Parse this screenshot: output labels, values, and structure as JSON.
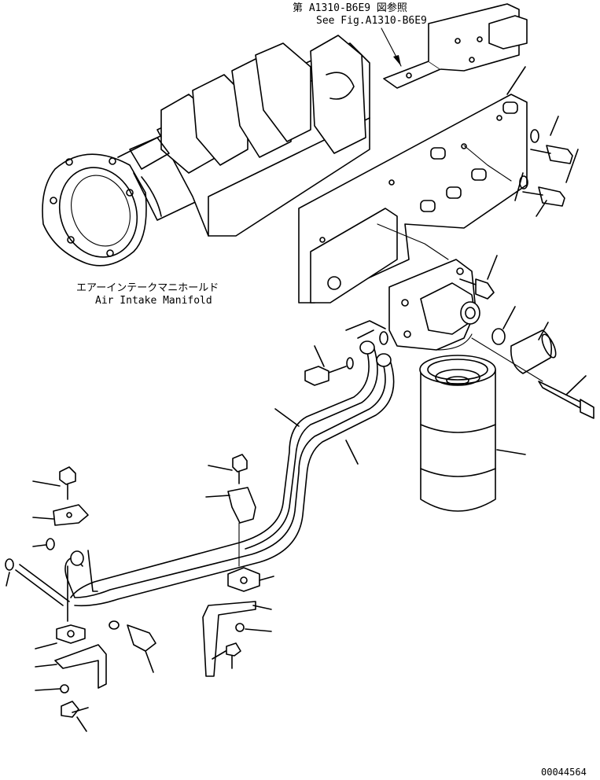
{
  "reference_note": {
    "jp": "第 A1310-B6E9 図参照",
    "en": "See Fig.A1310-B6E9"
  },
  "manifold_label": {
    "jp": "エアーインテークマニホールド",
    "en": "Air Intake Manifold"
  },
  "drawing_number": "00044564",
  "colors": {
    "ink": "#000000",
    "paper": "#ffffff"
  }
}
